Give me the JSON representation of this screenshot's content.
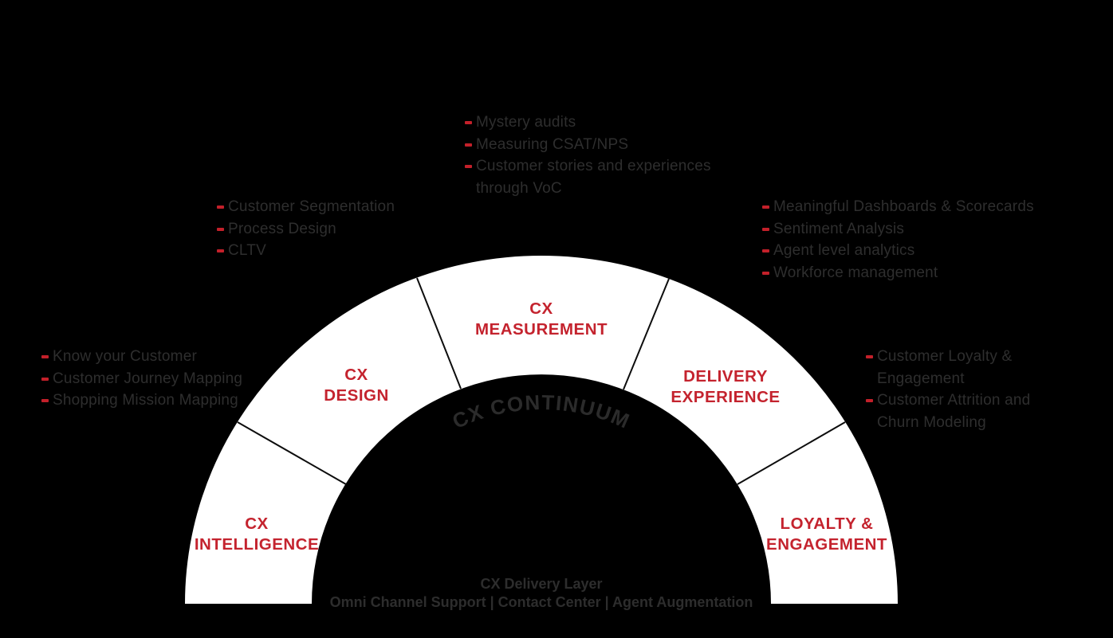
{
  "title": "CX Continuum",
  "colors": {
    "background": "#000000",
    "ring": "#ffffff",
    "accent_red": "#c4232e",
    "bullet_red": "#c3202a",
    "text_dark": "#2e2e2e",
    "continuum_text": "#2b2b2b"
  },
  "arch": {
    "center_label": "CX CONTINUUM"
  },
  "segments": [
    {
      "id": "cx-intelligence",
      "label_line1": "CX",
      "label_line2": "INTELLIGENCE"
    },
    {
      "id": "cx-design",
      "label_line1": "CX",
      "label_line2": "DESIGN"
    },
    {
      "id": "cx-measurement",
      "label_line1": "CX",
      "label_line2": "MEASUREMENT"
    },
    {
      "id": "delivery-experience",
      "label_line1": "DELIVERY",
      "label_line2": "EXPERIENCE"
    },
    {
      "id": "loyalty-engagement",
      "label_line1": "LOYALTY &",
      "label_line2": "ENGAGEMENT"
    }
  ],
  "lists": {
    "intelligence": {
      "items": [
        "Know your Customer",
        "Customer Journey Mapping",
        "Shopping Mission Mapping"
      ]
    },
    "design": {
      "items": [
        "Customer Segmentation",
        "Process Design",
        "CLTV"
      ]
    },
    "measurement": {
      "items": [
        "Mystery audits",
        "Measuring CSAT/NPS",
        "Customer stories and experiences through VoC"
      ]
    },
    "delivery": {
      "items": [
        "Meaningful Dashboards & Scorecards",
        "Sentiment Analysis",
        "Agent level analytics",
        "Workforce management"
      ]
    },
    "loyalty": {
      "items": [
        "Customer Loyalty & Engagement",
        "Customer Attrition and Churn Modeling"
      ]
    }
  },
  "footer": {
    "line1": "CX Delivery Layer",
    "line2": "Omni Channel Support | Contact Center | Agent Augmentation"
  }
}
